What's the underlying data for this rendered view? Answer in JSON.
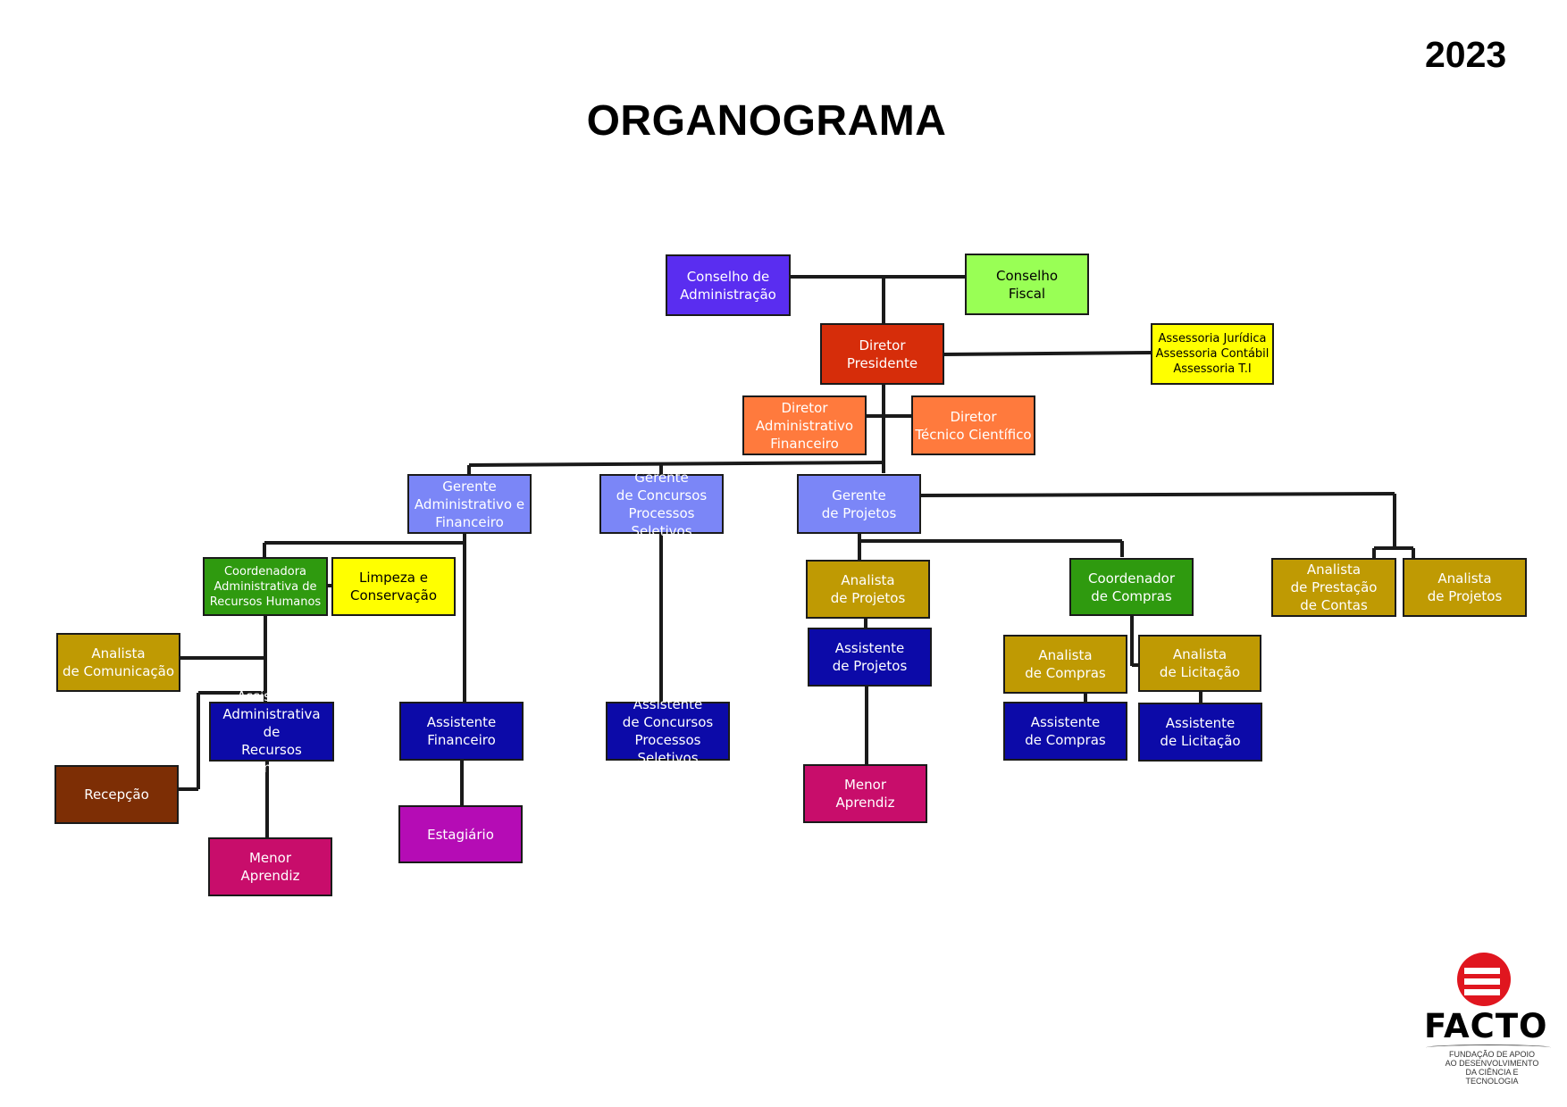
{
  "year": "2023",
  "title": "ORGANOGRAMA",
  "colors": {
    "line": "#1a1a1a",
    "conselho_admin": "#5a2df0",
    "conselho_fiscal": "#99ff55",
    "presidente": "#d62d0a",
    "assessoria": "#ffff00",
    "diretores": "#ff7a3d",
    "gerentes": "#7b86f7",
    "coordenadora": "#2f9a0f",
    "limpeza": "#ffff00",
    "analistas": "#bf9a03",
    "assistentes": "#0c0aa8",
    "recepcao": "#7d2e05",
    "menor_aprendiz": "#c80d6b",
    "estagiario": "#b50cb5"
  },
  "nodes": {
    "conselho_admin": "Conselho de\nAdministração",
    "conselho_fiscal": "Conselho\nFiscal",
    "diretor_presidente": "Diretor\nPresidente",
    "assessoria": "Assessoria Jurídica\nAssessoria Contábil\nAssessoria T.I",
    "diretor_adm_fin": "Diretor\nAdministrativo\nFinanceiro",
    "diretor_tec": "Diretor\nTécnico Científico",
    "gerente_adm_fin": "Gerente\nAdministrativo e\nFinanceiro",
    "gerente_concursos": "Gerente\nde Concursos\nProcessos Seletivos",
    "gerente_projetos": "Gerente\nde Projetos",
    "coordenadora_rh": "Coordenadora\nAdministrativa de\nRecursos Humanos",
    "limpeza": "Limpeza e\nConservação",
    "analista_comunicacao": "Analista\nde Comunicação",
    "assistente_rh": "Assistente\nAdministrativa de\nRecursos Humanos",
    "recepcao": "Recepção",
    "menor_aprendiz_1": "Menor\nAprendiz",
    "assistente_financeiro": "Assistente\nFinanceiro",
    "estagiario": "Estagiário",
    "assistente_concursos": "Assistente\nde Concursos\nProcessos Seletivos",
    "analista_projetos": "Analista\nde Projetos",
    "assistente_projetos": "Assistente\nde Projetos",
    "menor_aprendiz_2": "Menor\nAprendiz",
    "coordenador_compras": "Coordenador\nde Compras",
    "analista_compras": "Analista\nde Compras",
    "analista_licitacao": "Analista\nde Licitação",
    "assistente_compras": "Assistente\nde Compras",
    "assistente_licitacao": "Assistente\nde Licitação",
    "analista_prestacao": "Analista\nde Prestação\nde Contas",
    "analista_projetos_2": "Analista\nde Projetos"
  },
  "logo": {
    "name": "FACTO",
    "subtitle": "FUNDAÇÃO DE APOIO\nAO DESENVOLVIMENTO\nDA CIÊNCIA E TECNOLOGIA"
  }
}
